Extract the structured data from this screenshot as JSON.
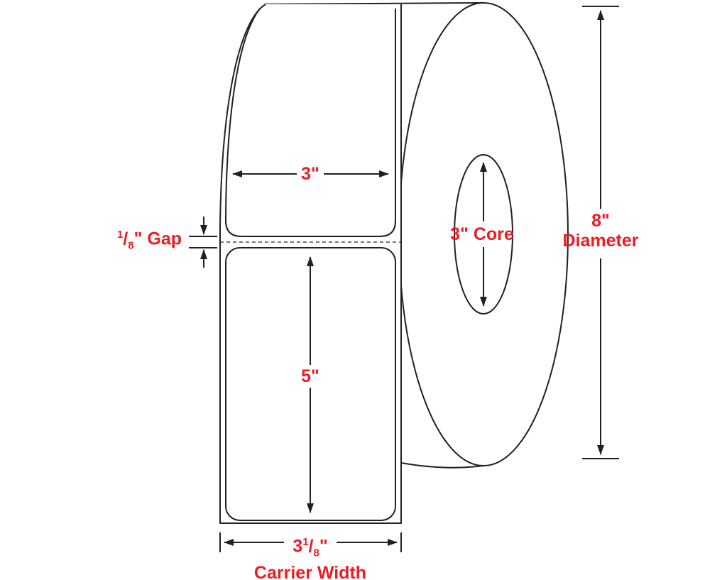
{
  "diagram": {
    "name": "label-roll-spec-diagram",
    "colors": {
      "dimension_text": "#ed1c24",
      "line": "#231f20",
      "background": "#ffffff"
    },
    "labels": {
      "label_width": "3\"",
      "label_height": "5\"",
      "core": "3\" Core",
      "diameter_value": "8\"",
      "diameter_word": "Diameter",
      "gap_numerator": "1",
      "gap_slash": "/",
      "gap_denominator": "8",
      "gap_suffix": "\" Gap",
      "carrier_whole": "3",
      "carrier_numerator": "1",
      "carrier_slash": "/",
      "carrier_denominator": "8",
      "carrier_suffix": "\"",
      "carrier_caption": "Carrier Width"
    }
  }
}
